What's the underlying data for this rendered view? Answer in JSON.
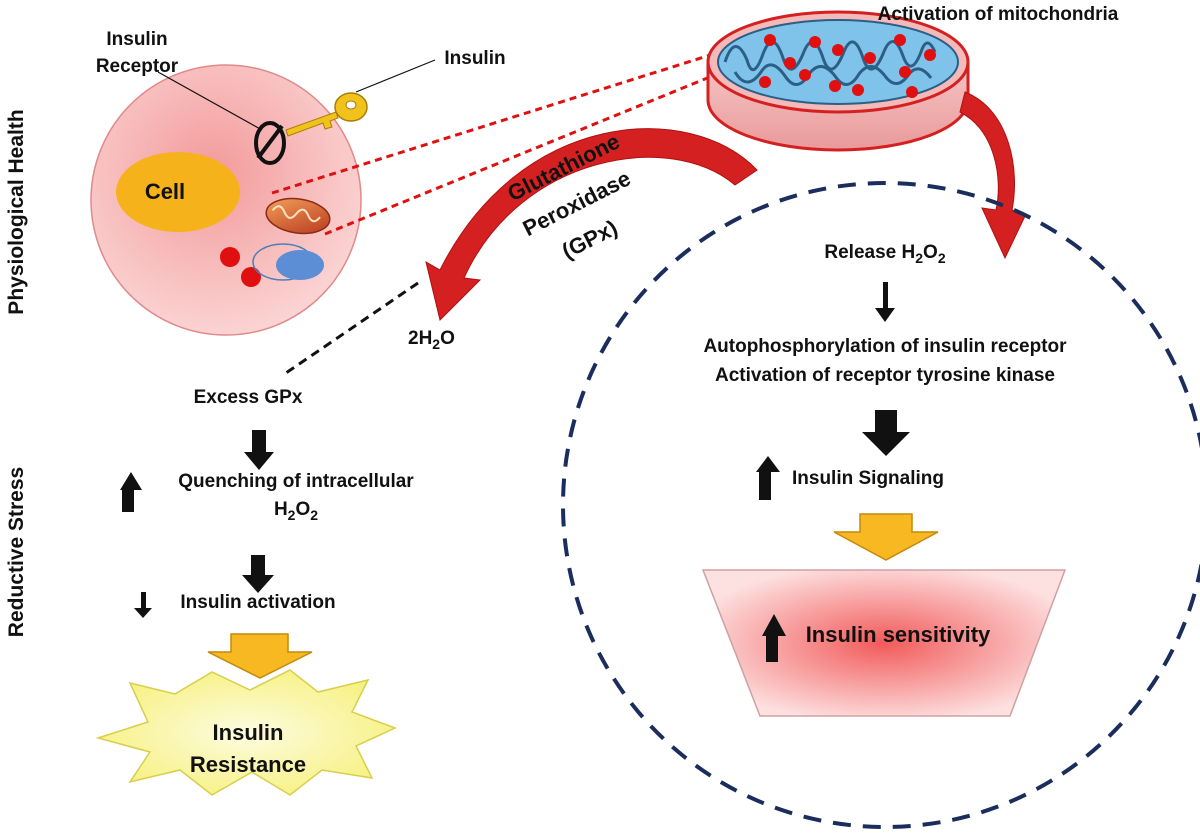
{
  "side_labels": {
    "top": "Physiological Health",
    "bottom": "Reductive Stress"
  },
  "cell": {
    "nucleus_label": "Cell",
    "receptor_label_line1": "Insulin",
    "receptor_label_line2": "Receptor",
    "insulin_label": "Insulin"
  },
  "mitochondria": {
    "title": "Activation of mitochondria"
  },
  "enzyme": {
    "line1": "Glutathione",
    "line2": "Peroxidase",
    "line3": "(GPx)"
  },
  "water": {
    "prefix": "2H",
    "sub": "2",
    "suffix": "O"
  },
  "left_pathway": {
    "excess": "Excess GPx",
    "quench_line1": "Quenching of intracellular",
    "quench_h": "H",
    "quench_sub1": "2",
    "quench_o": "O",
    "quench_sub2": "2",
    "activation": "Insulin activation",
    "resistance_line1": "Insulin",
    "resistance_line2": "Resistance"
  },
  "right_pathway": {
    "release_prefix": "Release H",
    "release_sub1": "2",
    "release_o": "O",
    "release_sub2": "2",
    "auto_line1": "Autophosphorylation of insulin receptor",
    "auto_line2": "Activation of receptor tyrosine kinase",
    "signaling": "Insulin Signaling",
    "sensitivity": "Insulin sensitivity"
  },
  "colors": {
    "cell_fill": "#f7b5b5",
    "nucleus": "#f5b21b",
    "mito_red": "#d42020",
    "matrix_blue": "#7fc3ea",
    "dashed_circle": "#1a2d5c",
    "gold_arrow": "#f7b821",
    "starburst": "#fbf8b0"
  }
}
